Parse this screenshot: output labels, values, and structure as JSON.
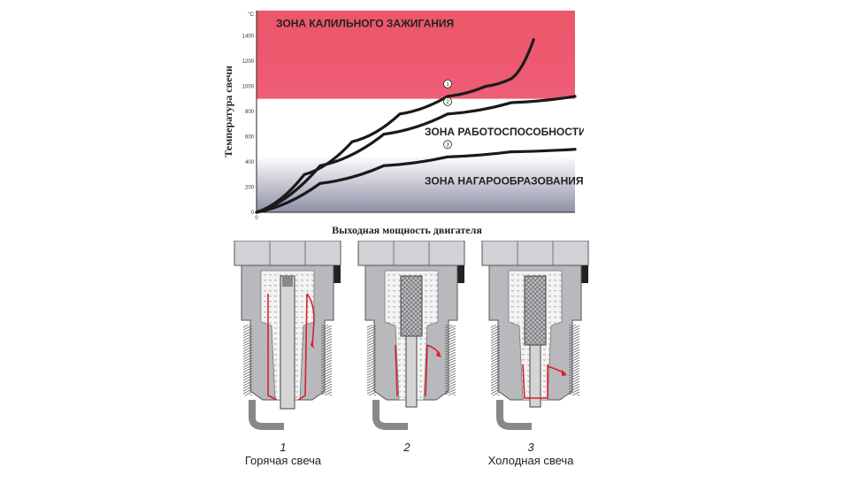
{
  "chart_data": {
    "type": "line",
    "unit_label": "°C",
    "ylabel": "Температура свечи",
    "xlabel": "Выходная мощность двигателя",
    "ylim": [
      0,
      1600
    ],
    "yticks": [
      0,
      200,
      400,
      600,
      800,
      1000,
      1200,
      1400
    ],
    "x0_label": "0",
    "zones": [
      {
        "label": "ЗОНА КАЛИЛЬНОГО ЗАЖИГАНИЯ",
        "from": 900,
        "to": 1600,
        "color": "#e8394f"
      },
      {
        "label": "ЗОНА РАБОТОСПОСОБНОСТИ",
        "from": 450,
        "to": 900,
        "color": "#ffffff"
      },
      {
        "label": "ЗОНА НАГАРООБРАЗОВАНИЯ",
        "from": 0,
        "to": 450,
        "color": "#a9aabb"
      }
    ],
    "series": [
      {
        "marker": "1",
        "x": [
          0,
          0.15,
          0.3,
          0.45,
          0.6,
          0.72,
          0.8,
          0.87
        ],
        "y": [
          0,
          300,
          560,
          780,
          920,
          1000,
          1060,
          1370
        ]
      },
      {
        "marker": "2",
        "x": [
          0,
          0.2,
          0.4,
          0.6,
          0.8,
          1.0
        ],
        "y": [
          0,
          370,
          620,
          780,
          870,
          920
        ]
      },
      {
        "marker": "3",
        "x": [
          0,
          0.2,
          0.4,
          0.6,
          0.8,
          1.0
        ],
        "y": [
          0,
          230,
          370,
          440,
          480,
          500
        ]
      }
    ],
    "xlim": [
      0,
      1.0
    ]
  },
  "plugs": [
    {
      "number": "1",
      "caption": "Горячая свеча"
    },
    {
      "number": "2",
      "caption": ""
    },
    {
      "number": "3",
      "caption": "Холодная свеча"
    }
  ],
  "colors": {
    "hot_zone": "#e8394f",
    "carbon_zone": "#a9aabb",
    "heat_path": "#d8202a",
    "metal": "#b9b9bd"
  }
}
